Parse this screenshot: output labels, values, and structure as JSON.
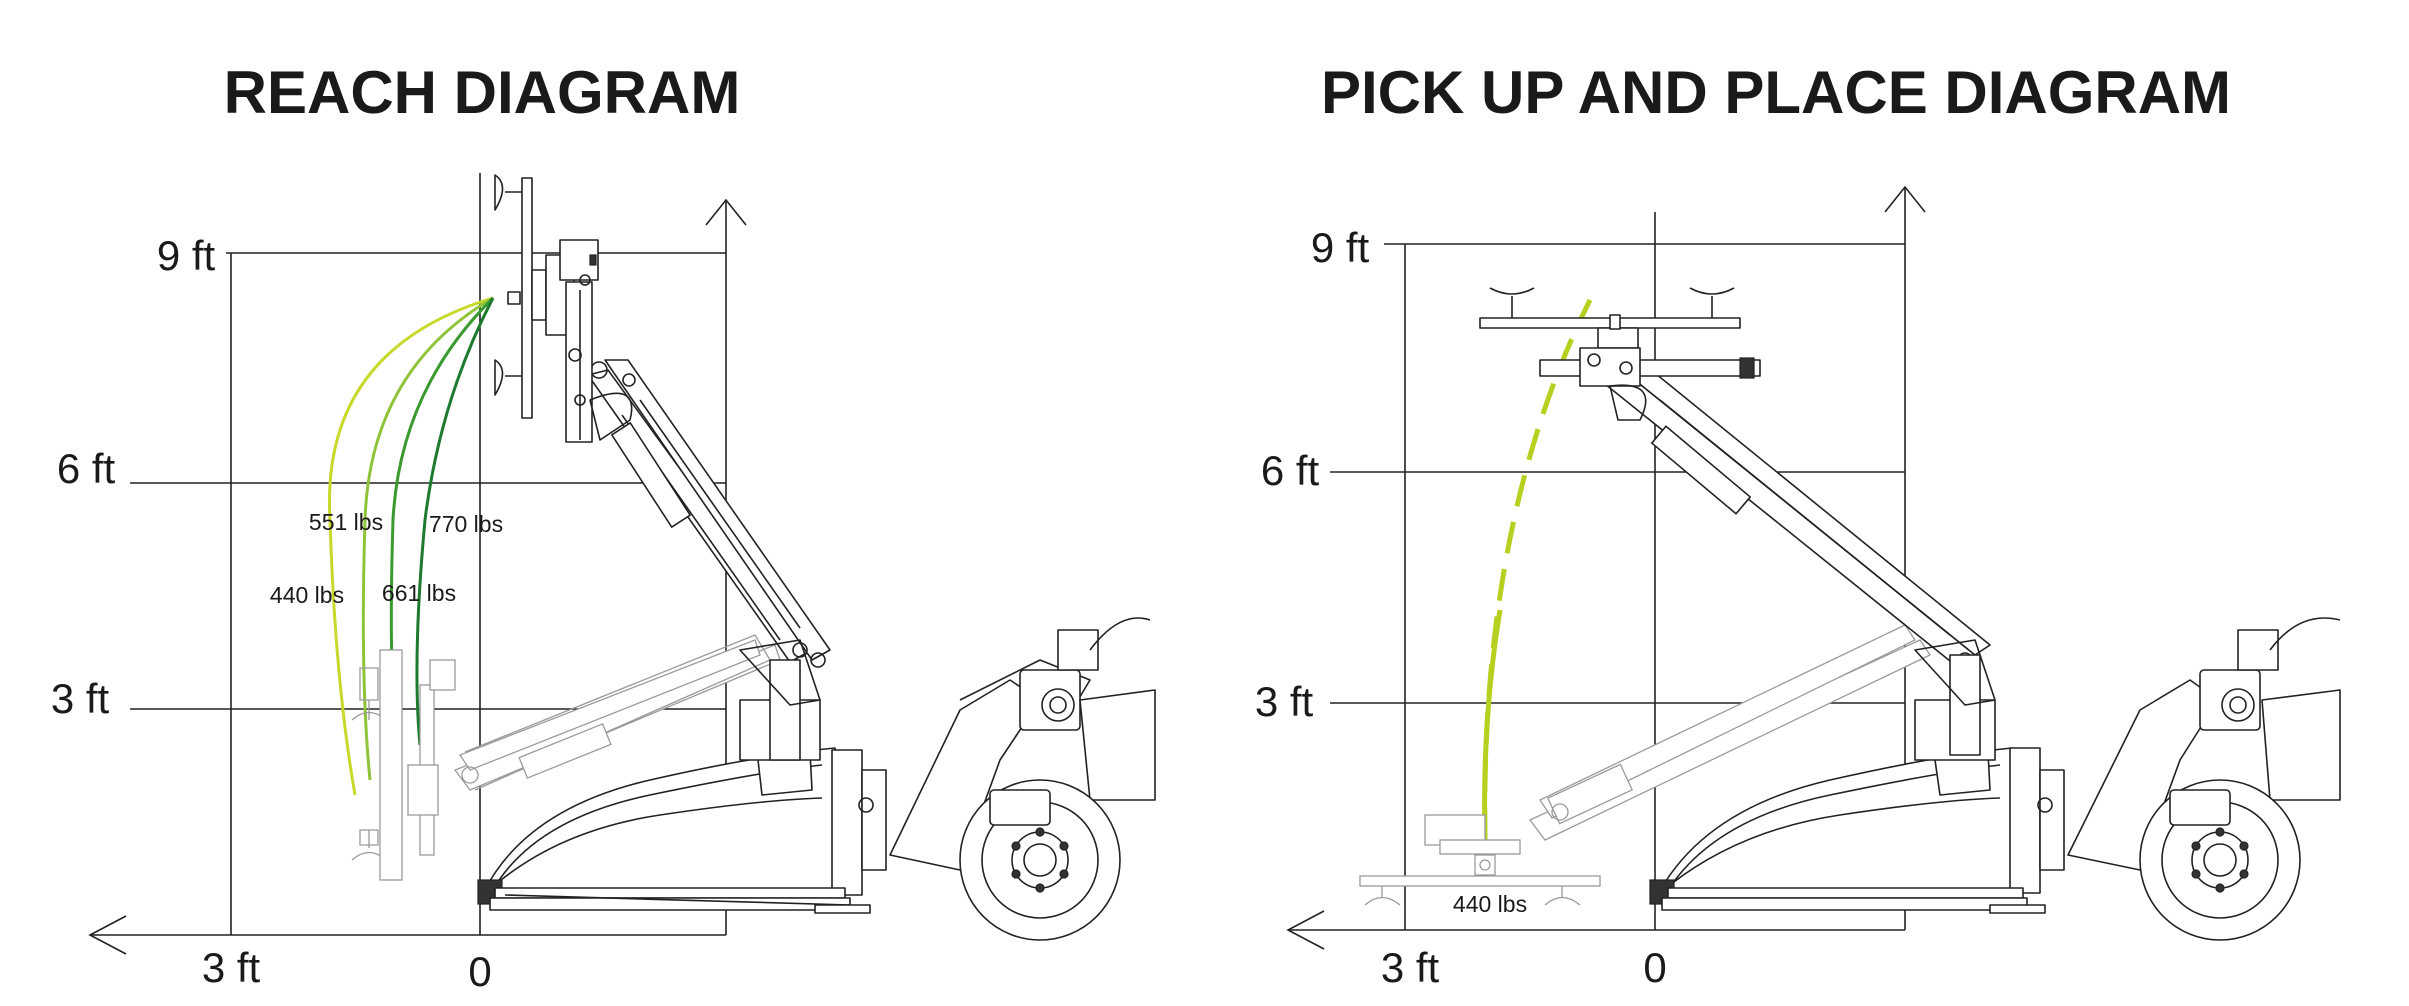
{
  "left_panel": {
    "title": "REACH DIAGRAM",
    "y_labels": [
      "9 ft",
      "6 ft",
      "3 ft"
    ],
    "x_labels": [
      "3 ft",
      "0"
    ],
    "loads": [
      {
        "label": "440 lbs",
        "color": "#c8d92b"
      },
      {
        "label": "551 lbs",
        "color": "#8fc43a"
      },
      {
        "label": "661 lbs",
        "color": "#3a9a2f"
      },
      {
        "label": "770 lbs",
        "color": "#1e7a2e"
      }
    ]
  },
  "right_panel": {
    "title": "PICK UP AND PLACE DIAGRAM",
    "y_labels": [
      "9 ft",
      "6 ft",
      "3 ft"
    ],
    "x_labels": [
      "3 ft",
      "0"
    ],
    "load": {
      "label": "440 lbs",
      "color": "#b7cf1e"
    }
  }
}
